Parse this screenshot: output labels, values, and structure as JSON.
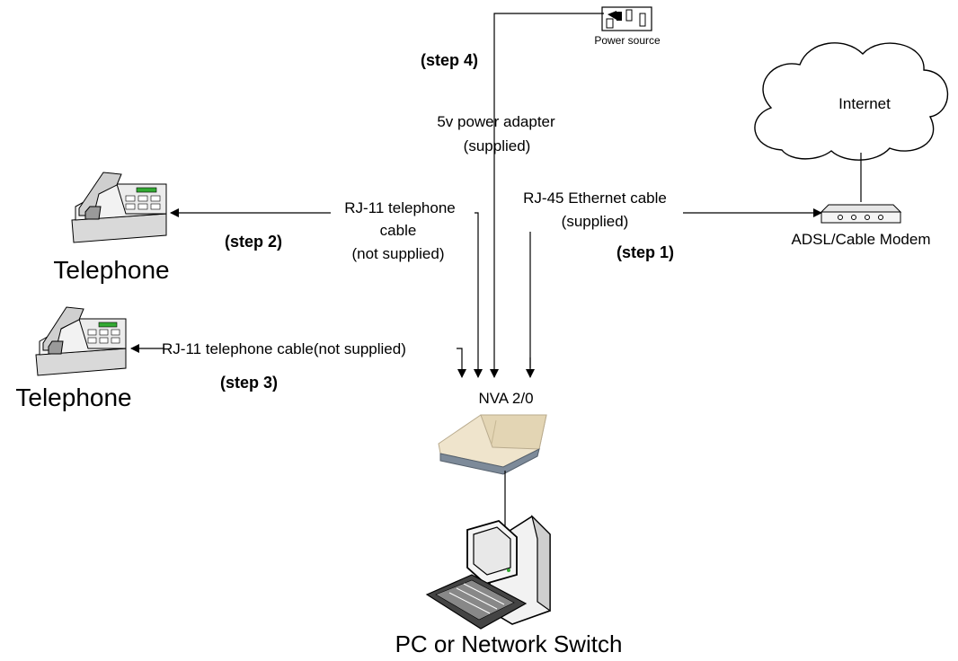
{
  "labels": {
    "power_source": "Power source",
    "step4": "(step 4)",
    "power_adapter_line1": "5v power adapter",
    "power_adapter_line2": "(supplied)",
    "internet": "Internet",
    "modem": "ADSL/Cable Modem",
    "rj45_line1": "RJ-45 Ethernet cable",
    "rj45_line2": "(supplied)",
    "step1": "(step 1)",
    "rj11_top_line1": "RJ-11 telephone",
    "rj11_top_line2": "cable",
    "rj11_top_line3": "(not supplied)",
    "step2": "(step 2)",
    "telephone_top": "Telephone",
    "rj11_bottom": "RJ-11 telephone cable(not supplied)",
    "step3": "(step 3)",
    "telephone_bottom": "Telephone",
    "device": "NVA 2/0",
    "pc": "PC or Network Switch"
  }
}
